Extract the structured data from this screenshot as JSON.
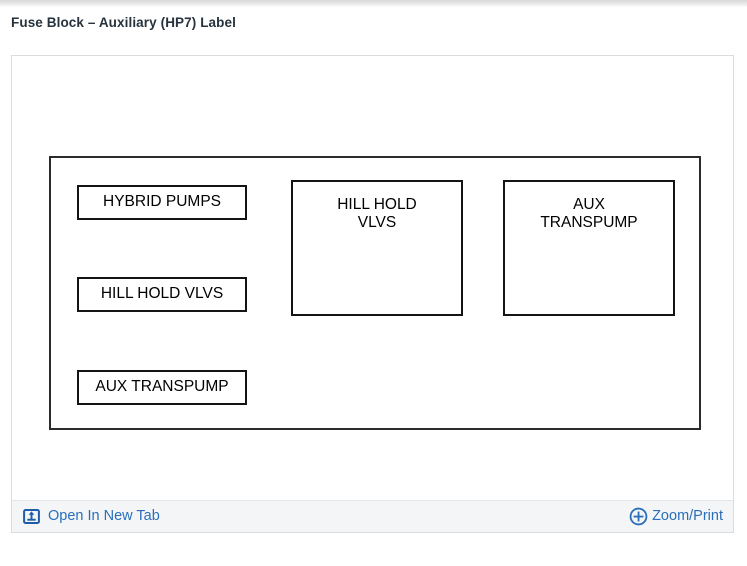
{
  "page": {
    "title": "Fuse Block – Auxiliary (HP7) Label"
  },
  "colors": {
    "link": "#2a6ebb",
    "title": "#26323d",
    "card_border": "#dcdcdc",
    "diagram_border": "#2b2b2b",
    "box_border": "#141414",
    "footer_bg": "#f4f5f6"
  },
  "diagram": {
    "boxes": [
      {
        "label": "HYBRID PUMPS",
        "size": "small",
        "column": 1,
        "row": 1
      },
      {
        "label": "HILL HOLD VLVS",
        "size": "small",
        "column": 1,
        "row": 2
      },
      {
        "label": "AUX TRANSPUMP",
        "size": "small",
        "column": 1,
        "row": 3
      },
      {
        "label_line1": "HILL HOLD",
        "label_line2": "VLVS",
        "size": "large",
        "column": 2
      },
      {
        "label_line1": "AUX",
        "label_line2": "TRANSPUMP",
        "size": "large",
        "column": 3
      }
    ]
  },
  "footer": {
    "open_new_tab_label": "Open In New Tab",
    "open_new_tab_icon": "open-in-new-icon",
    "zoom_print_label": "Zoom/Print",
    "zoom_print_icon": "circle-plus-icon"
  }
}
